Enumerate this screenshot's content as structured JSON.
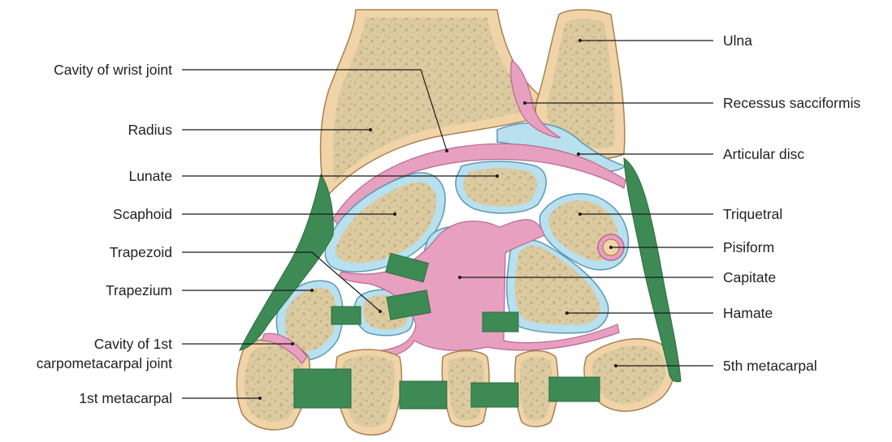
{
  "labels_left": {
    "cavity_wrist_joint": "Cavity of wrist joint",
    "radius": "Radius",
    "lunate": "Lunate",
    "scaphoid": "Scaphoid",
    "trapezoid": "Trapezoid",
    "trapezium": "Trapezium",
    "cavity_1st_cmc_line1": "Cavity of 1st",
    "cavity_1st_cmc_line2": "carpometacarpal joint",
    "first_metacarpal": "1st metacarpal"
  },
  "labels_right": {
    "ulna": "Ulna",
    "recessus_sacciformis": "Recessus sacciformis",
    "articular_disc": "Articular disc",
    "triquetral": "Triquetral",
    "pisiform": "Pisiform",
    "capitate": "Capitate",
    "hamate": "Hamate",
    "fifth_metacarpal": "5th metacarpal"
  },
  "colors": {
    "bone_spongy": "#dccaa0",
    "cortex": "#f0d4a8",
    "cartilage": "#b8e0ee",
    "synovial": "#e8a0c0",
    "ligament": "#3d8a55"
  }
}
